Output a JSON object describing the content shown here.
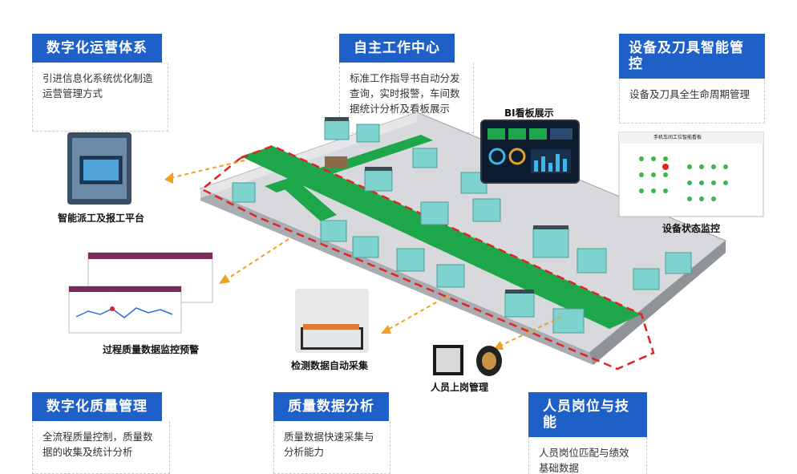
{
  "cards": {
    "digital_ops": {
      "title": "数字化运营体系",
      "desc": "引进信息化系统优化制造运营管理方式"
    },
    "work_center": {
      "title": "自主工作中心",
      "desc": "标准工作指导书自动分发查询，实时报警，车间数据统计分析及看板展示"
    },
    "equipment": {
      "title": "设备及刀具智能管控",
      "desc": "设备及刀具全生命周期管理"
    },
    "quality_mgmt": {
      "title": "数字化质量管理",
      "desc": "全流程质量控制，质量数据的收集及统计分析"
    },
    "quality_analysis": {
      "title": "质量数据分析",
      "desc": "质量数据快速采集与分析能力"
    },
    "personnel": {
      "title": "人员岗位与技能",
      "desc": "人员岗位匹配与绩效基础数据"
    }
  },
  "labels": {
    "dispatch": "智能派工及报工平台",
    "bi": "BI看板展示",
    "status": "设备状态监控",
    "process_quality": "过程质量数据监控预警",
    "inspection": "检测数据自动采集",
    "onboard": "人员上岗管理"
  },
  "screens": {
    "status_title": "手机车间工位智能看板"
  },
  "colors": {
    "brand_blue": "#1f5fc8",
    "aisle_green": "#1ea64a",
    "machine_teal": "#7fd3cf",
    "zone_red": "#e02424",
    "arrow_orange": "#f0a020"
  }
}
